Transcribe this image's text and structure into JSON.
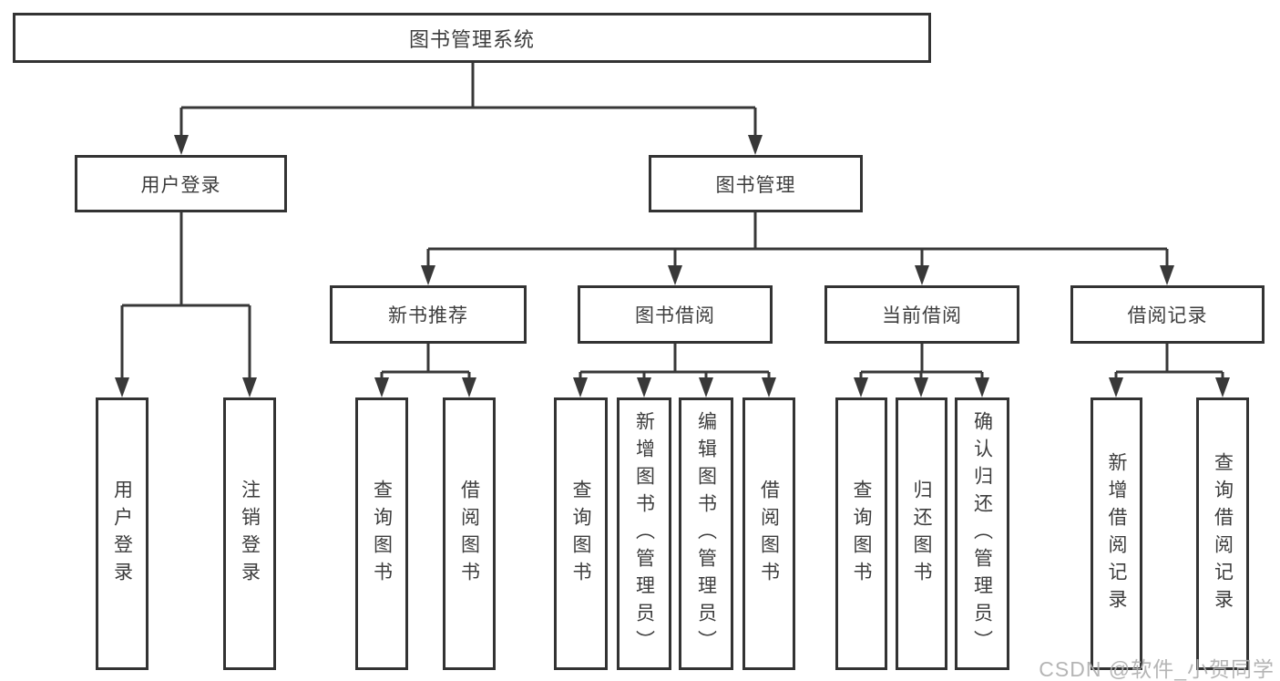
{
  "diagram": {
    "root": {
      "label": "图书管理系统"
    },
    "level2": [
      {
        "label": "用户登录"
      },
      {
        "label": "图书管理"
      }
    ],
    "level3": [
      {
        "label": "新书推荐"
      },
      {
        "label": "图书借阅"
      },
      {
        "label": "当前借阅"
      },
      {
        "label": "借阅记录"
      }
    ],
    "leaves": {
      "user_login": [
        {
          "label": "用户登录"
        },
        {
          "label": "注销登录"
        }
      ],
      "new_book": [
        {
          "label": "查询图书"
        },
        {
          "label": "借阅图书"
        }
      ],
      "book_borrow": [
        {
          "label": "查询图书"
        },
        {
          "label": "新增图书（管理员）"
        },
        {
          "label": "编辑图书（管理员）"
        },
        {
          "label": "借阅图书"
        }
      ],
      "current_borrow": [
        {
          "label": "查询图书"
        },
        {
          "label": "归还图书"
        },
        {
          "label": "确认归还（管理员）"
        }
      ],
      "borrow_record": [
        {
          "label": "新增借阅记录"
        },
        {
          "label": "查询借阅记录"
        }
      ]
    }
  },
  "watermark": {
    "text": "CSDN @软件_小贺同学"
  },
  "colors": {
    "line": "#383838",
    "box_border": "#333333",
    "text": "#3d3d3d",
    "watermark": "#afafaf",
    "background": "#ffffff"
  }
}
